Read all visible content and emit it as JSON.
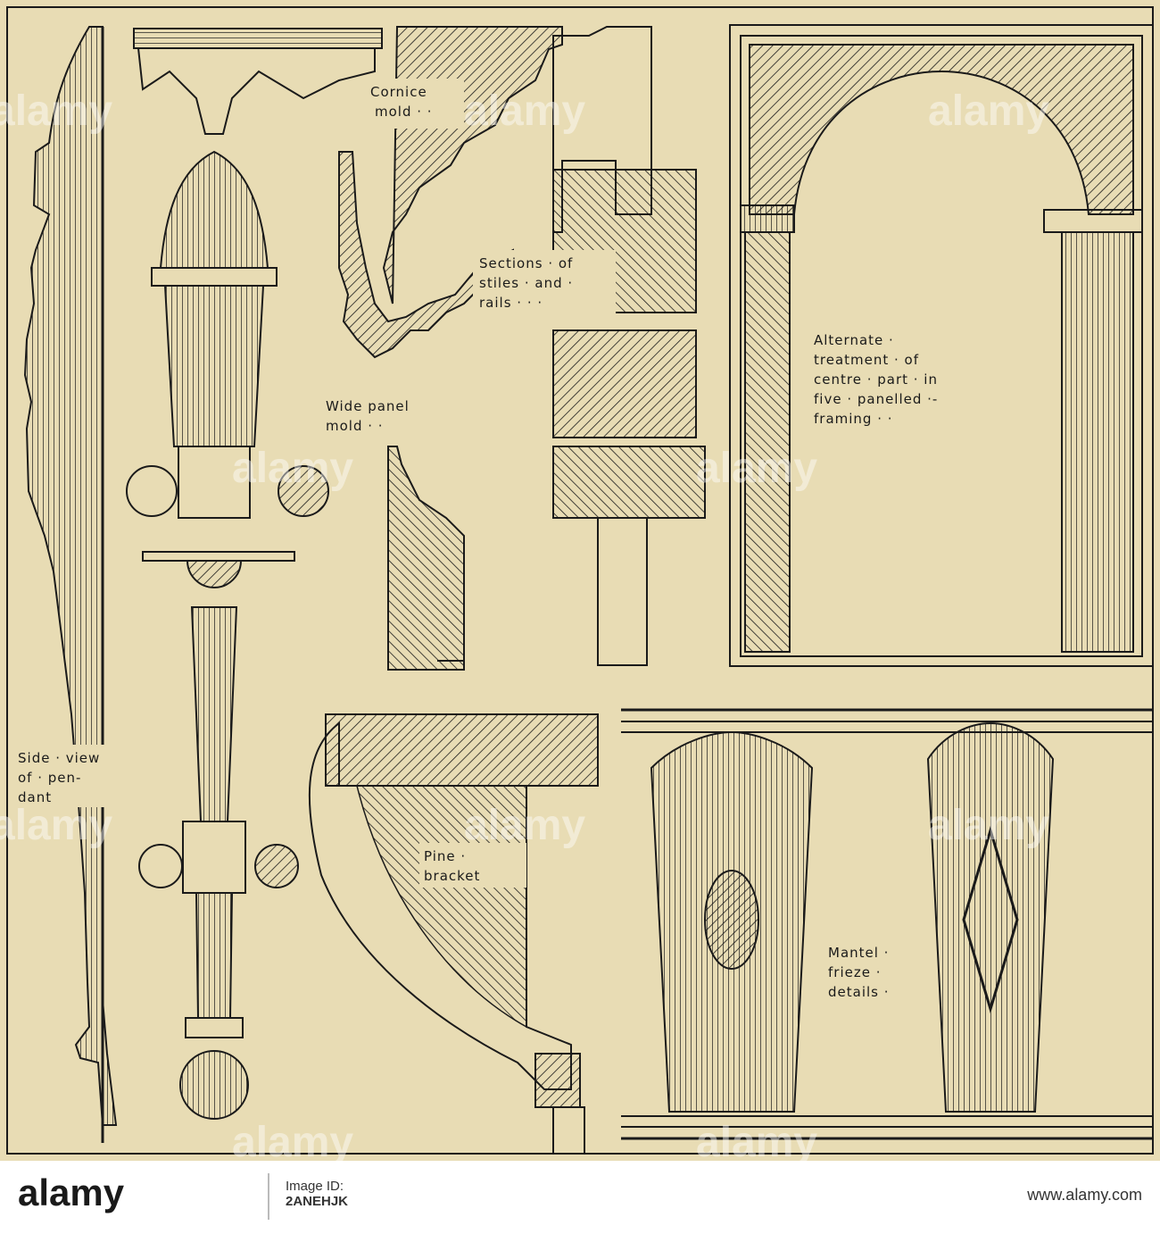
{
  "plate": {
    "labels": {
      "cornice": [
        "Cornice",
        "mold · ·"
      ],
      "sections": [
        "Sections · of",
        "stiles · and ·",
        "rails · · ·"
      ],
      "wide_panel": [
        "Wide panel",
        "mold · ·"
      ],
      "alternate": [
        "Alternate ·",
        "treatment · of",
        "centre · part · in",
        "five · panelled ·-",
        "framing · ·"
      ],
      "side_view": [
        "Side · view",
        "of · pen-",
        "dant"
      ],
      "pine_bracket": [
        "Pine ·",
        "bracket"
      ],
      "mantel": [
        "Mantel ·",
        "frieze ·",
        "details ·"
      ]
    },
    "watermark": "alamy",
    "colors": {
      "paper": "#e8dcb4",
      "ink": "#1a1a1a"
    }
  },
  "footer": {
    "brand": "alamy",
    "image_id_label": "Image ID:",
    "image_id": "2ANEHJK",
    "url": "www.alamy.com"
  }
}
